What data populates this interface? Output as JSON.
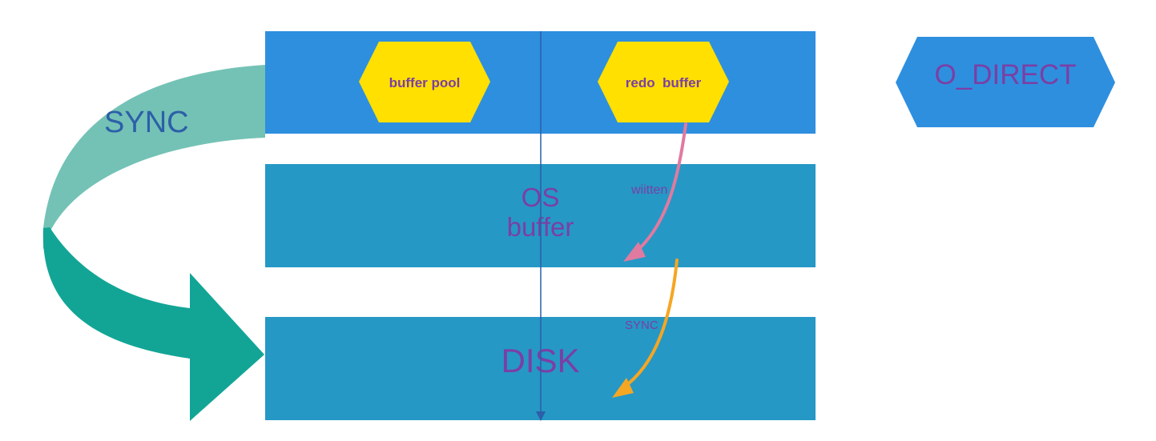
{
  "layers": {
    "os_line1": "OS",
    "os_line2": "buffer",
    "disk": "DISK"
  },
  "buffers": {
    "buffer_pool": "buffer pool",
    "redo_buffer": "redo  buffer"
  },
  "arrows": {
    "written": "wiitten",
    "sync_small": "SYNC",
    "sync_big": "SYNC"
  },
  "o_direct": "O_DIRECT",
  "colors": {
    "memory_band": "#2e8fdf",
    "layer_band": "#2598c6",
    "hexagon_yellow": "#ffe000",
    "hexagon_blue": "#2e8fdf",
    "label_purple": "#7b3fa4",
    "written_arrow": "#e07aa0",
    "sync_arrow": "#f5a623",
    "sync_band_light": "#74c2b6",
    "sync_band_dark": "#12a596"
  }
}
